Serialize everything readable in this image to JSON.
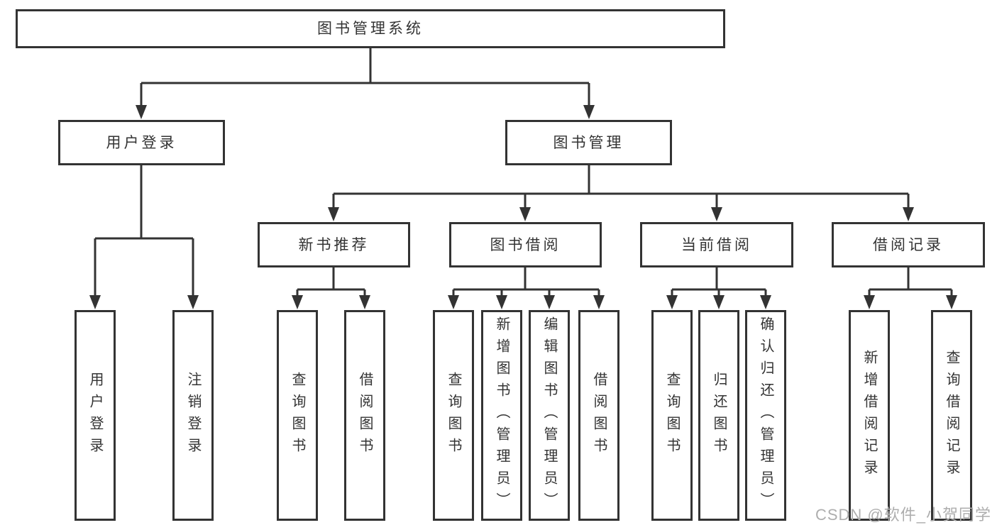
{
  "tree": {
    "label": "图书管理系统",
    "children": [
      {
        "label": "用户登录",
        "children": [
          {
            "label": "用户登录"
          },
          {
            "label": "注销登录"
          }
        ]
      },
      {
        "label": "图书管理",
        "children": [
          {
            "label": "新书推荐",
            "children": [
              {
                "label": "查询图书"
              },
              {
                "label": "借阅图书"
              }
            ]
          },
          {
            "label": "图书借阅",
            "children": [
              {
                "label": "查询图书"
              },
              {
                "label": "新增图书（管理员）"
              },
              {
                "label": "编辑图书（管理员）"
              },
              {
                "label": "借阅图书"
              }
            ]
          },
          {
            "label": "当前借阅",
            "children": [
              {
                "label": "查询图书"
              },
              {
                "label": "归还图书"
              },
              {
                "label": "确认归还（管理员）"
              }
            ]
          },
          {
            "label": "借阅记录",
            "children": [
              {
                "label": "新增借阅记录"
              },
              {
                "label": "查询借阅记录"
              }
            ]
          }
        ]
      }
    ]
  },
  "watermark": {
    "text": "CSDN @软件_小贺同学"
  },
  "colors": {
    "line": "#333333",
    "text": "#333333",
    "watermark": "#aeaeae",
    "background": "#ffffff"
  }
}
